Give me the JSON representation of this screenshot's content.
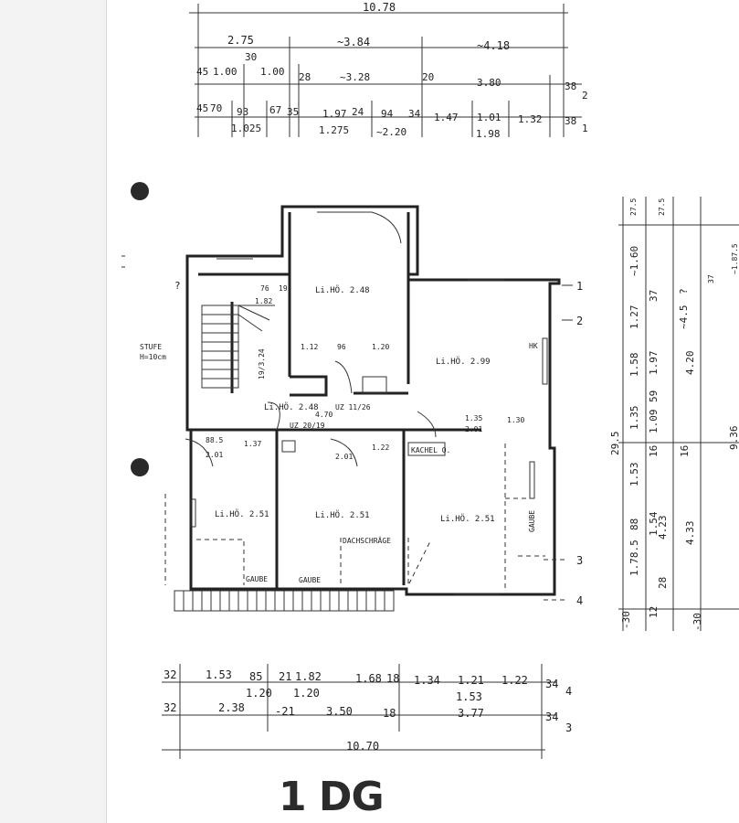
{
  "floor_title": "1 DG",
  "top_dims": {
    "total": "10.78",
    "row1": [
      "2.75",
      "~3.84",
      "~4.18"
    ],
    "row2": [
      "1.00",
      "30",
      "1.00",
      "28",
      "~3.28",
      "20",
      "3.80",
      "38",
      "2"
    ],
    "row2b": [
      "45"
    ],
    "row3": [
      "45",
      "70",
      "93",
      "67",
      "35",
      "1.97",
      "24",
      "94",
      "34",
      "1.47",
      "1.01",
      "1.32",
      "38",
      "1"
    ],
    "row3b": [
      "1.025",
      "1.275",
      "~2.20",
      "1.98"
    ]
  },
  "bottom_dims": {
    "row1": [
      "32",
      "1.53",
      "85",
      "21",
      "1.82",
      "1.68",
      "18",
      "1.34",
      "1.21",
      "1.22",
      "34",
      "4"
    ],
    "row1b": [
      "1.20",
      "1.20",
      "1.53"
    ],
    "row2": [
      "32",
      "2.38",
      "-21",
      "3.50",
      "18",
      "3.77",
      "34",
      "3"
    ],
    "total": "10.70"
  },
  "rooms": {
    "top_room": "Li.HÖ. 2.48",
    "right_room": "Li.HÖ. 2.99",
    "hall": "Li.HÖ. 2.48",
    "left_room": "Li.HÖ. 2.51",
    "mid_room": "Li.HÖ. 2.51",
    "right_low_room": "Li.HÖ. 2.51"
  },
  "labels": {
    "stufe": "STUFE",
    "stufe_h": "H=10cm",
    "q": "?",
    "uz1": "UZ 20/19",
    "uz2": "UZ 11/26",
    "dim470": "4.70",
    "dachschraege": "DACHSCHRÄGE",
    "gaube1": "GAUBE",
    "gaube2": "GAUBE",
    "gaube3": "GAUBE",
    "kachel": "KACHEL O.",
    "hk": "HK",
    "stair_dim": "19/3.24",
    "d76": "76",
    "d182": "1.82",
    "d19": "19",
    "d112": "1.12",
    "d96": "96",
    "d120": "1.20",
    "d135": "1.35",
    "d201": "2.01",
    "d130": "1.30",
    "d137": "1.37",
    "d122": "1.22",
    "d885": "88.5",
    "d201b": "2.01",
    "d201c": "2.01",
    "axis1": "1",
    "axis2": "2",
    "axis3": "3",
    "axis4": "4"
  },
  "side_dims": {
    "col1": [
      "27.5",
      "~1.60",
      "1.27",
      "1.58",
      "1.35",
      "1.53",
      "88",
      "1.78.5",
      "-30"
    ],
    "col2": [
      "27.5",
      "37",
      "1.97",
      "59",
      "1.09",
      "16",
      "1.54",
      "12",
      "28"
    ],
    "col3": [
      "~4.5",
      "?",
      "4.20",
      "16",
      "4.23",
      "-30"
    ],
    "col4": [
      "37",
      "4.33"
    ],
    "col5": [
      "~1.87.5",
      "9.36"
    ],
    "left": "29.5"
  }
}
